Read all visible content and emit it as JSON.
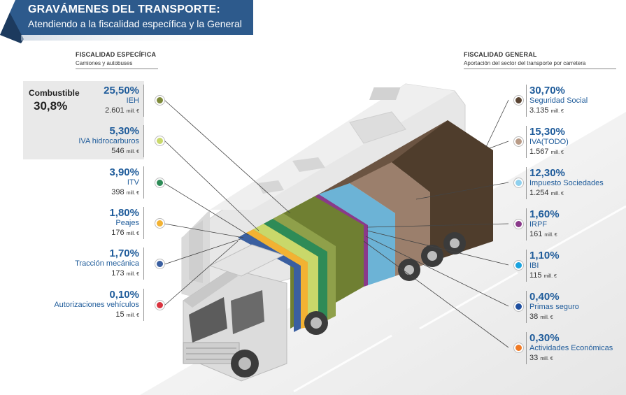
{
  "header": {
    "title": "GRAVÁMENES DEL TRANSPORTE:",
    "subtitle": "Atendiendo a la fiscalidad específica y la General"
  },
  "left_section": {
    "title": "FISCALIDAD ESPECÍFICA",
    "subtitle": "Camiones y autobuses"
  },
  "right_section": {
    "title": "FISCALIDAD GENERAL",
    "subtitle": "Aportación del sector del transporte por carretera"
  },
  "fuel": {
    "label": "Combustible",
    "value": "30,8%",
    "icon": "fuel-can-icon"
  },
  "unit": "mill. €",
  "left_items": [
    {
      "pct": "25,50%",
      "name": "IEH",
      "amount": "2.601",
      "color": "#7e8a3a"
    },
    {
      "pct": "5,30%",
      "name": "IVA hidrocarburos",
      "amount": "546",
      "color": "#c9d86a"
    },
    {
      "pct": "3,90%",
      "name": "ITV",
      "amount": "398",
      "color": "#2e8b57"
    },
    {
      "pct": "1,80%",
      "name": "Peajes",
      "amount": "176",
      "color": "#f2b233"
    },
    {
      "pct": "1,70%",
      "name": "Tracción mecánica",
      "amount": "173",
      "color": "#3a5fa0"
    },
    {
      "pct": "0,10%",
      "name": "Autorizaciones vehículos",
      "amount": "15",
      "color": "#d9333f"
    }
  ],
  "right_items": [
    {
      "pct": "30,70%",
      "name": "Seguridad Social",
      "amount": "3.135",
      "color": "#5a4533"
    },
    {
      "pct": "15,30%",
      "name": "IVA(TODO)",
      "amount": "1.567",
      "color": "#b89a86"
    },
    {
      "pct": "12,30%",
      "name": "Impuesto Sociedades",
      "amount": "1.254",
      "color": "#8fd0ee"
    },
    {
      "pct": "1,60%",
      "name": "IRPF",
      "amount": "161",
      "color": "#8a3a8a"
    },
    {
      "pct": "1,10%",
      "name": "IBI",
      "amount": "115",
      "color": "#1aa3df"
    },
    {
      "pct": "0,40%",
      "name": "Primas seguro",
      "amount": "38",
      "color": "#1f4f9f"
    },
    {
      "pct": "0,30%",
      "name": "Actividades Económicas",
      "amount": "33",
      "color": "#f07a24"
    }
  ],
  "colors": {
    "banner": "#2d5a8c",
    "accent": "#1e5b9a",
    "cargo_olive": "#6f7f32",
    "cargo_blue": "#6cb3d6",
    "cargo_taupe": "#9b7f6c",
    "cargo_brown": "#4f3d2c"
  }
}
